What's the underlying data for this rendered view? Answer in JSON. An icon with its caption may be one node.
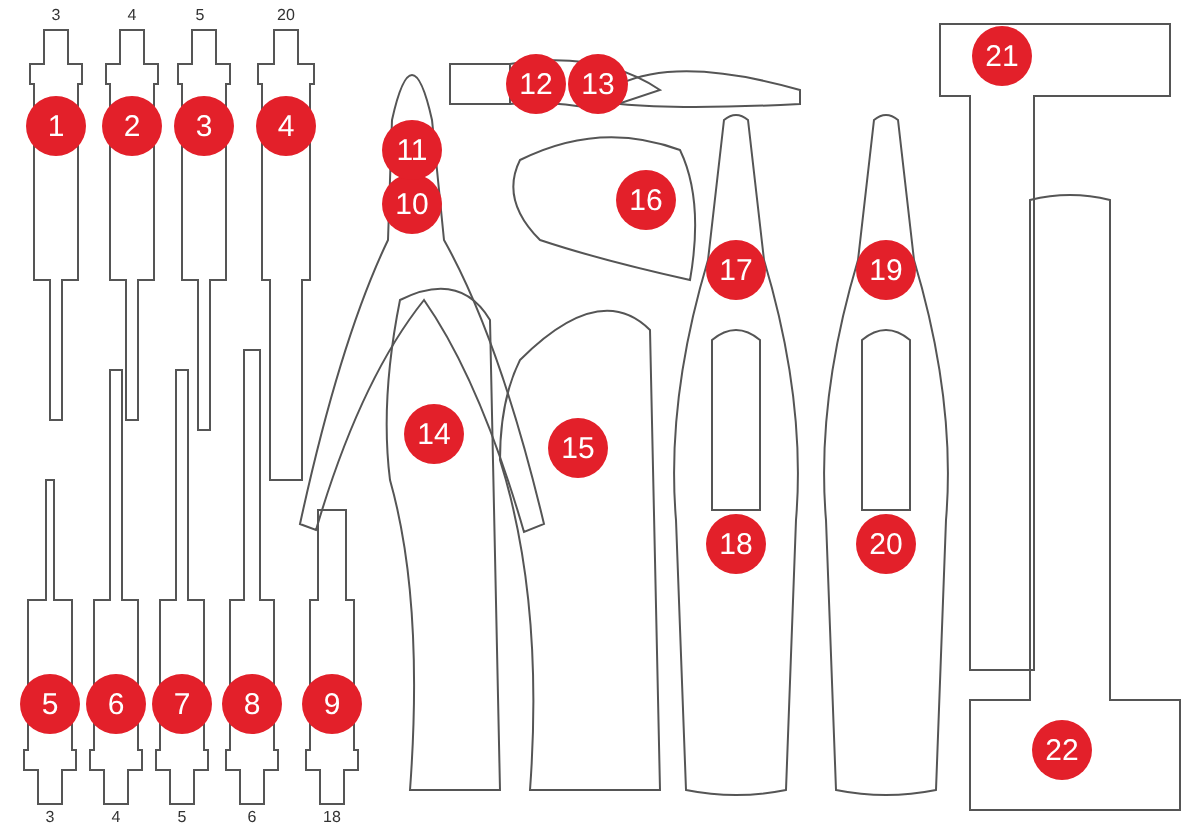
{
  "diagram": {
    "nodes": [
      {
        "text": [
          "1"
        ]
      },
      {
        "text": [
          "2"
        ]
      },
      {
        "text": [
          "3"
        ]
      },
      {
        "text": [
          "4"
        ]
      },
      {
        "text": [
          "5"
        ]
      },
      {
        "text": [
          "6"
        ]
      },
      {
        "text": [
          "7"
        ]
      },
      {
        "text": [
          "8"
        ]
      },
      {
        "text": [
          "9"
        ]
      },
      {
        "text": [
          "10"
        ]
      },
      {
        "text": [
          "11"
        ]
      },
      {
        "text": [
          "12"
        ]
      },
      {
        "text": [
          "13"
        ]
      },
      {
        "text": [
          "14"
        ]
      },
      {
        "text": [
          "15"
        ]
      },
      {
        "text": [
          "16"
        ]
      },
      {
        "text": [
          "17"
        ]
      },
      {
        "text": [
          "18"
        ]
      },
      {
        "text": [
          "19"
        ]
      },
      {
        "text": [
          "20"
        ]
      },
      {
        "text": [
          "21"
        ]
      },
      {
        "text": [
          "22"
        ]
      }
    ],
    "labels": [
      "3",
      "4",
      "5",
      "20",
      "3",
      "4",
      "5",
      "6",
      "18"
    ]
  }
}
